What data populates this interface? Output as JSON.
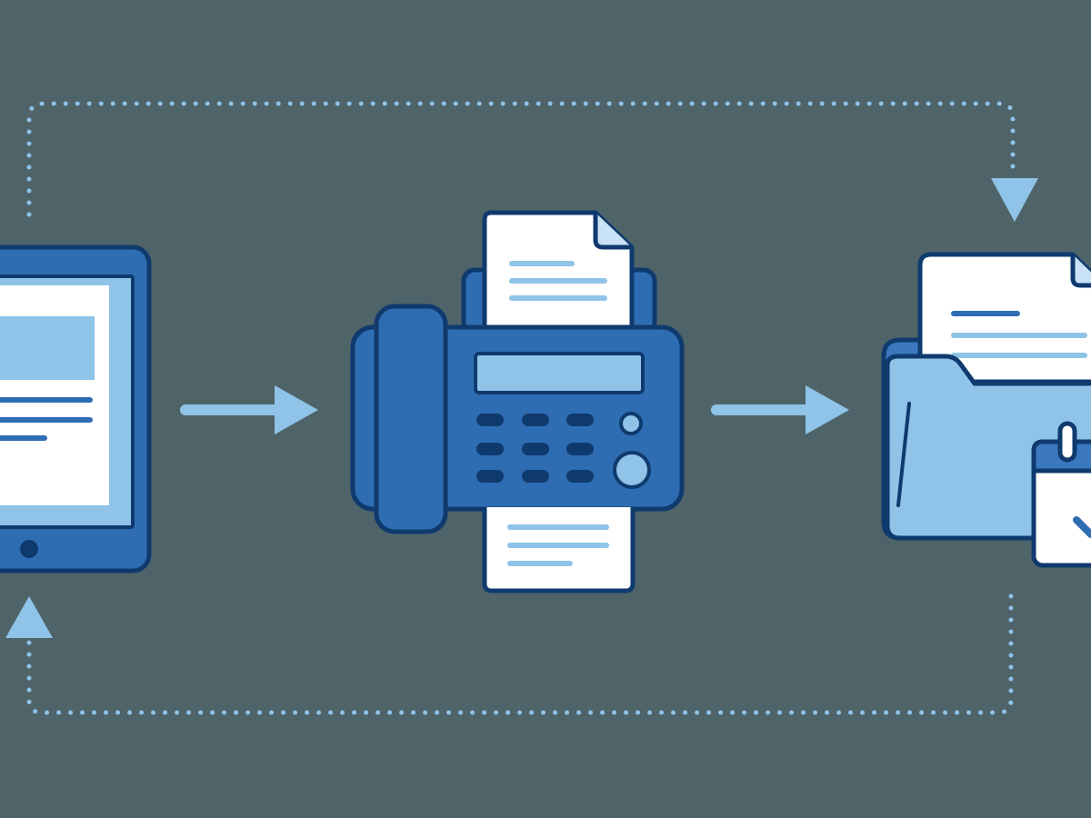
{
  "colors": {
    "background": "#4f6469",
    "navy": "#0f3a6e",
    "blue": "#2f6db3",
    "mid_blue": "#3b78bd",
    "light_blue": "#8fc3e8",
    "pale_blue": "#c9e2f5",
    "white": "#ffffff"
  },
  "flow": {
    "nodes": [
      {
        "id": "tablet",
        "icon": "tablet-document-icon"
      },
      {
        "id": "fax",
        "icon": "fax-machine-icon"
      },
      {
        "id": "archive",
        "icon": "folder-calendar-icon"
      }
    ],
    "edges": [
      {
        "from": "tablet",
        "to": "fax",
        "style": "solid"
      },
      {
        "from": "fax",
        "to": "archive",
        "style": "solid"
      },
      {
        "from": "tablet",
        "to": "archive",
        "style": "dotted",
        "route": "top"
      },
      {
        "from": "archive",
        "to": "tablet",
        "style": "dotted",
        "route": "bottom"
      }
    ]
  }
}
